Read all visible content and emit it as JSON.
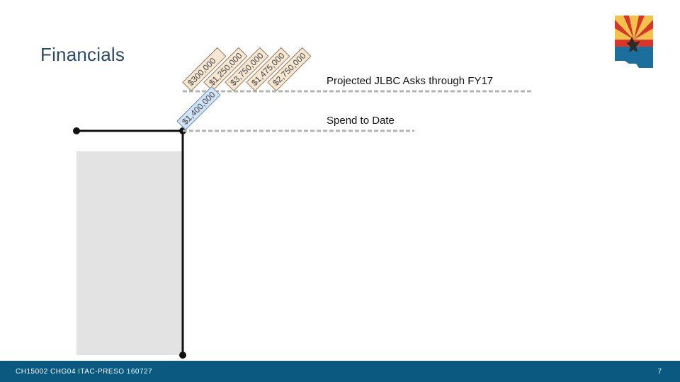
{
  "slide": {
    "title": "Financials",
    "labels": {
      "projected": "Projected JLBC Asks through FY17",
      "spend": "Spend to Date"
    },
    "projected_amounts": [
      "$300,000",
      "$1,250,000",
      "$3,750,000",
      "$1,475,000",
      "$2,750,000"
    ],
    "spend_amount": "$1,400,000",
    "footer": {
      "doc_id": "CH15002 CHG04 ITAC-PRESO 160727",
      "page": "7"
    },
    "colors": {
      "footer_bg": "#0b5880",
      "flag_orange": "#f6e7d2",
      "flag_blue": "#cfe2f6",
      "title_color": "#2a4b6b"
    },
    "icons": [
      "arizona-state-logo-icon"
    ]
  }
}
